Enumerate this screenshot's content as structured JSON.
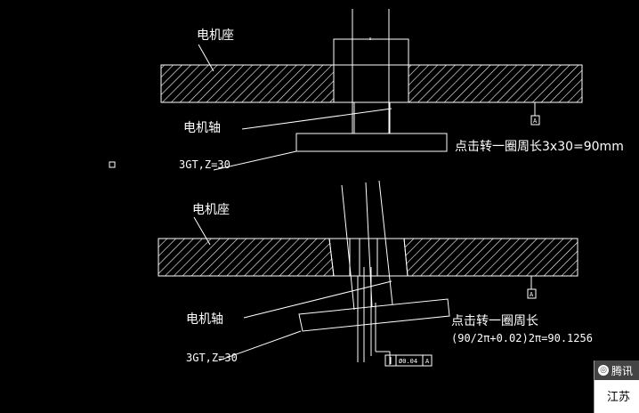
{
  "top": {
    "motor_base": "电机座",
    "motor_shaft": "电机轴",
    "pulley": "3GT,Z=30",
    "note": "点击转一圈周长3x30=90mm",
    "datum": "A"
  },
  "bottom": {
    "motor_base": "电机座",
    "motor_shaft": "电机轴",
    "pulley": "3GT,Z=30",
    "note_line1": "点击转一圈周长",
    "note_line2": "(90/2π+0.02)2π=90.1256",
    "datum": "A",
    "tolerance_value": "Ø0.04",
    "tolerance_datum": "A"
  },
  "popup": {
    "title": "腾讯",
    "text": "江苏"
  }
}
